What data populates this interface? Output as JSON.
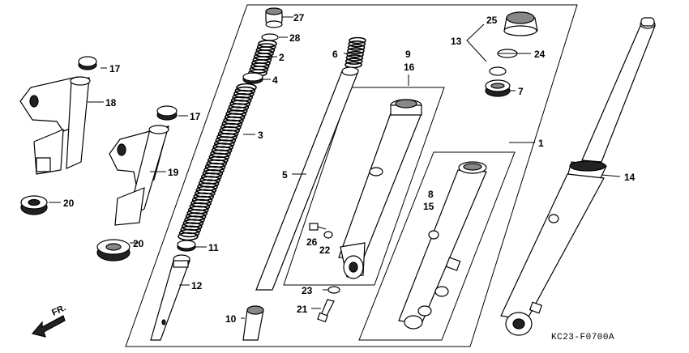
{
  "diagram_code": "KC23-F0700A",
  "direction_label": "FR.",
  "callouts": {
    "c1": "1",
    "c2": "2",
    "c3": "3",
    "c4": "4",
    "c5": "5",
    "c6": "6",
    "c7": "7",
    "c8": "8",
    "c9": "9",
    "c10": "10",
    "c11": "11",
    "c12": "12",
    "c13": "13",
    "c14": "14",
    "c15": "15",
    "c16": "16",
    "c17a": "17",
    "c17b": "17",
    "c18": "18",
    "c19": "19",
    "c20a": "20",
    "c20b": "20",
    "c21": "21",
    "c22": "22",
    "c23": "23",
    "c24": "24",
    "c25": "25",
    "c26": "26",
    "c27": "27",
    "c28": "28"
  },
  "colors": {
    "line": "#000000",
    "background": "#ffffff",
    "fill_dark": "#222222",
    "fill_mid": "#888888"
  }
}
